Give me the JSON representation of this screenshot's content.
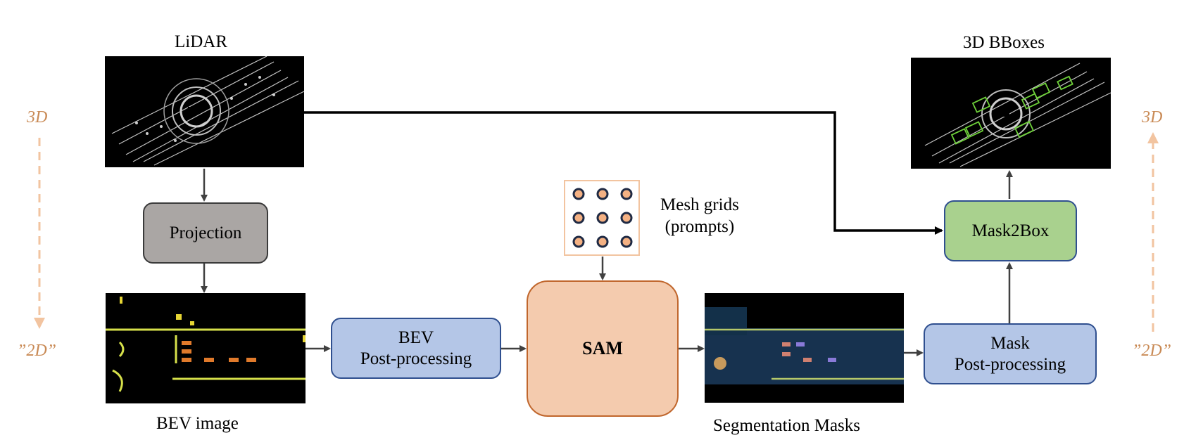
{
  "labels": {
    "lidar": "LiDAR",
    "bboxes": "3D BBoxes",
    "bev_image": "BEV image",
    "seg_masks": "Segmentation Masks",
    "mesh_grids_line1": "Mesh grids",
    "mesh_grids_line2": "(prompts)"
  },
  "side_labels": {
    "left_top": "3D",
    "left_bottom": "”2D”",
    "right_top": "3D",
    "right_bottom": "”2D”"
  },
  "boxes": {
    "projection": "Projection",
    "bev_post_line1": "BEV",
    "bev_post_line2": "Post-processing",
    "sam": "SAM",
    "mask_post_line1": "Mask",
    "mask_post_line2": "Post-processing",
    "mask2box": "Mask2Box"
  },
  "colors": {
    "projection_fill": "#aaa6a4",
    "blue_fill": "#b4c6e7",
    "blue_stroke": "#2f4f8f",
    "sam_fill": "#f4cbae",
    "sam_stroke": "#c0662c",
    "green_fill": "#a9d18e",
    "side_label": "#c98a55"
  }
}
